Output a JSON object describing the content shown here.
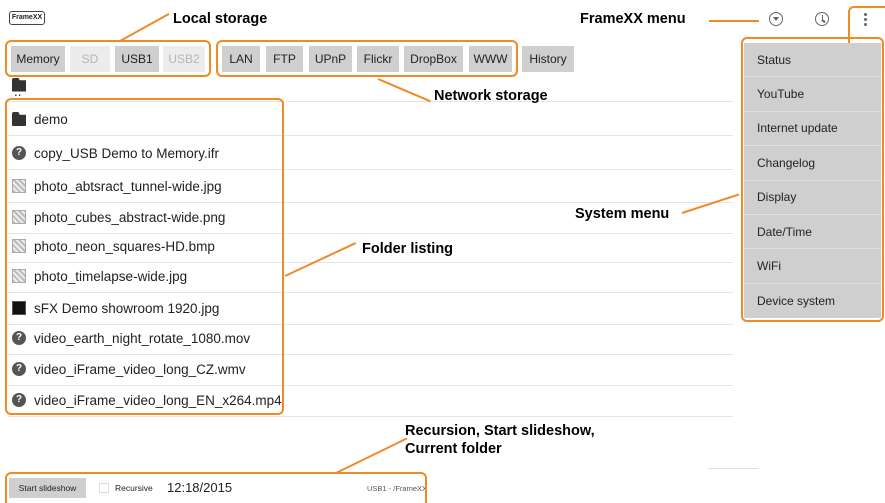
{
  "app": {
    "logo_text": "FrameXX"
  },
  "toolbar": {
    "icons": [
      "dropdown-circle-icon",
      "clock-icon",
      "overflow-menu-icon"
    ]
  },
  "local_storage": {
    "buttons": [
      {
        "label": "Memory",
        "enabled": true
      },
      {
        "label": "SD",
        "enabled": false
      },
      {
        "label": "USB1",
        "enabled": true
      },
      {
        "label": "USB2",
        "enabled": false
      }
    ]
  },
  "network_storage": {
    "buttons": [
      "LAN",
      "FTP",
      "UPnP",
      "Flickr",
      "DropBox",
      "WWW"
    ]
  },
  "history_label": "History",
  "parent_row": "..",
  "files": [
    {
      "name": "demo",
      "icon": "folder-icon"
    },
    {
      "name": "copy_USB Demo to Memory.ifr",
      "icon": "unknown-file-icon"
    },
    {
      "name": "photo_abtsract_tunnel-wide.jpg",
      "icon": "image-thumbnail-icon"
    },
    {
      "name": "photo_cubes_abstract-wide.png",
      "icon": "image-thumbnail-icon"
    },
    {
      "name": "photo_neon_squares-HD.bmp",
      "icon": "image-thumbnail-icon"
    },
    {
      "name": "photo_timelapse-wide.jpg",
      "icon": "image-thumbnail-icon"
    },
    {
      "name": "sFX Demo showroom 1920.jpg",
      "icon": "image-thumbnail-dark-icon"
    },
    {
      "name": "video_earth_night_rotate_1080.mov",
      "icon": "unknown-file-icon"
    },
    {
      "name": "video_iFrame_video_long_CZ.wmv",
      "icon": "unknown-file-icon"
    },
    {
      "name": "video_iFrame_video_long_EN_x264.mp4",
      "icon": "unknown-file-icon"
    }
  ],
  "system_menu": {
    "items": [
      "Status",
      "YouTube",
      "Internet update",
      "Changelog",
      "Display",
      "Date/Time",
      "WiFi",
      "Device system"
    ]
  },
  "bottom_bar": {
    "start_label": "Start slideshow",
    "recursive_label": "Recursive",
    "recursive_checked": false,
    "time": "12:18/2015",
    "current_folder": "USB1 - /FrameXX"
  },
  "callouts": {
    "local_storage": "Local storage",
    "frame_menu": "FrameXX menu",
    "network_storage": "Network storage",
    "system_menu": "System menu",
    "folder_listing": "Folder listing",
    "recursion_line1": "Recursion, Start slideshow,",
    "recursion_line2": "Current folder"
  },
  "colors": {
    "accent": "#f08a24",
    "button": "#cfcfcf",
    "button_disabled": "#ececec"
  }
}
